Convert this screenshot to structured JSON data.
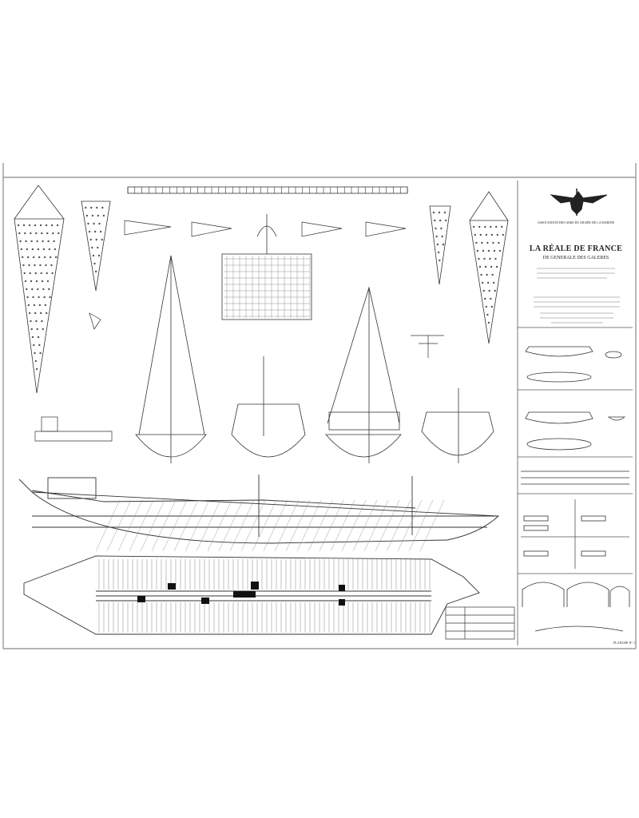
{
  "plan": {
    "organization": "ASSOCIATION DES AMIS DU MUSÉE DE LA MARINE",
    "title": "LA RÉALE DE FRANCE",
    "subtitle": "DE GENERALE DES GALERES",
    "plate_number": "PLANCHE N° 1"
  },
  "colors": {
    "ink": "#222222",
    "frame": "#888888",
    "paper": "#ffffff"
  }
}
